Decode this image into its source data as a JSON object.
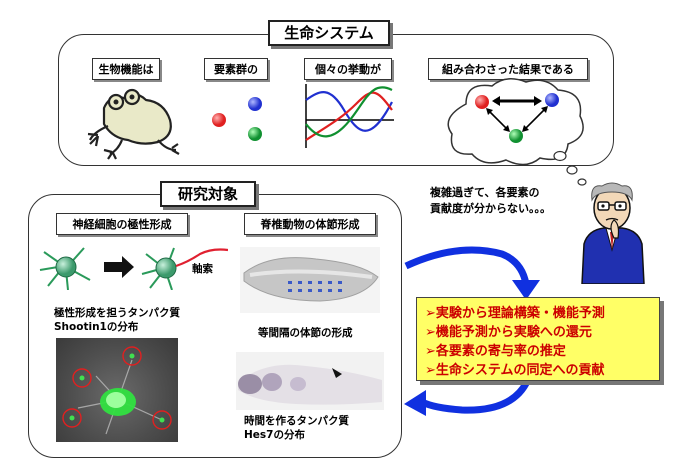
{
  "top": {
    "title": "生命システム",
    "labels": [
      "生物機能は",
      "要素群の",
      "個々の挙動が",
      "組み合わさった結果である"
    ]
  },
  "research": {
    "title": "研究対象",
    "neuron": {
      "label": "神経細胞の極性形成",
      "axon_label": "軸索",
      "caption_line1": "極性形成を担うタンパク質",
      "caption_line2": "Shootin1の分布"
    },
    "somite": {
      "label": "脊椎動物の体節形成",
      "caption": "等間隔の体節の形成",
      "caption2_line1": "時間を作るタンパク質",
      "caption2_line2": "Hes7の分布"
    }
  },
  "thought": {
    "line1": "複雑過ぎて、各要素の",
    "line2": "貢献度が分からない。。。"
  },
  "approach": {
    "items": [
      "➢実験から理論構築・機能予測",
      "➢機能予測から実験への還元",
      "➢各要素の寄与率の推定",
      "➢生命システムの同定への貢献"
    ]
  },
  "colors": {
    "red": "#e03030",
    "blue": "#3040d0",
    "green": "#20a040",
    "arrow_blue": "#1030e0",
    "highlight": "#ffff66",
    "item_text": "#cc0000"
  }
}
